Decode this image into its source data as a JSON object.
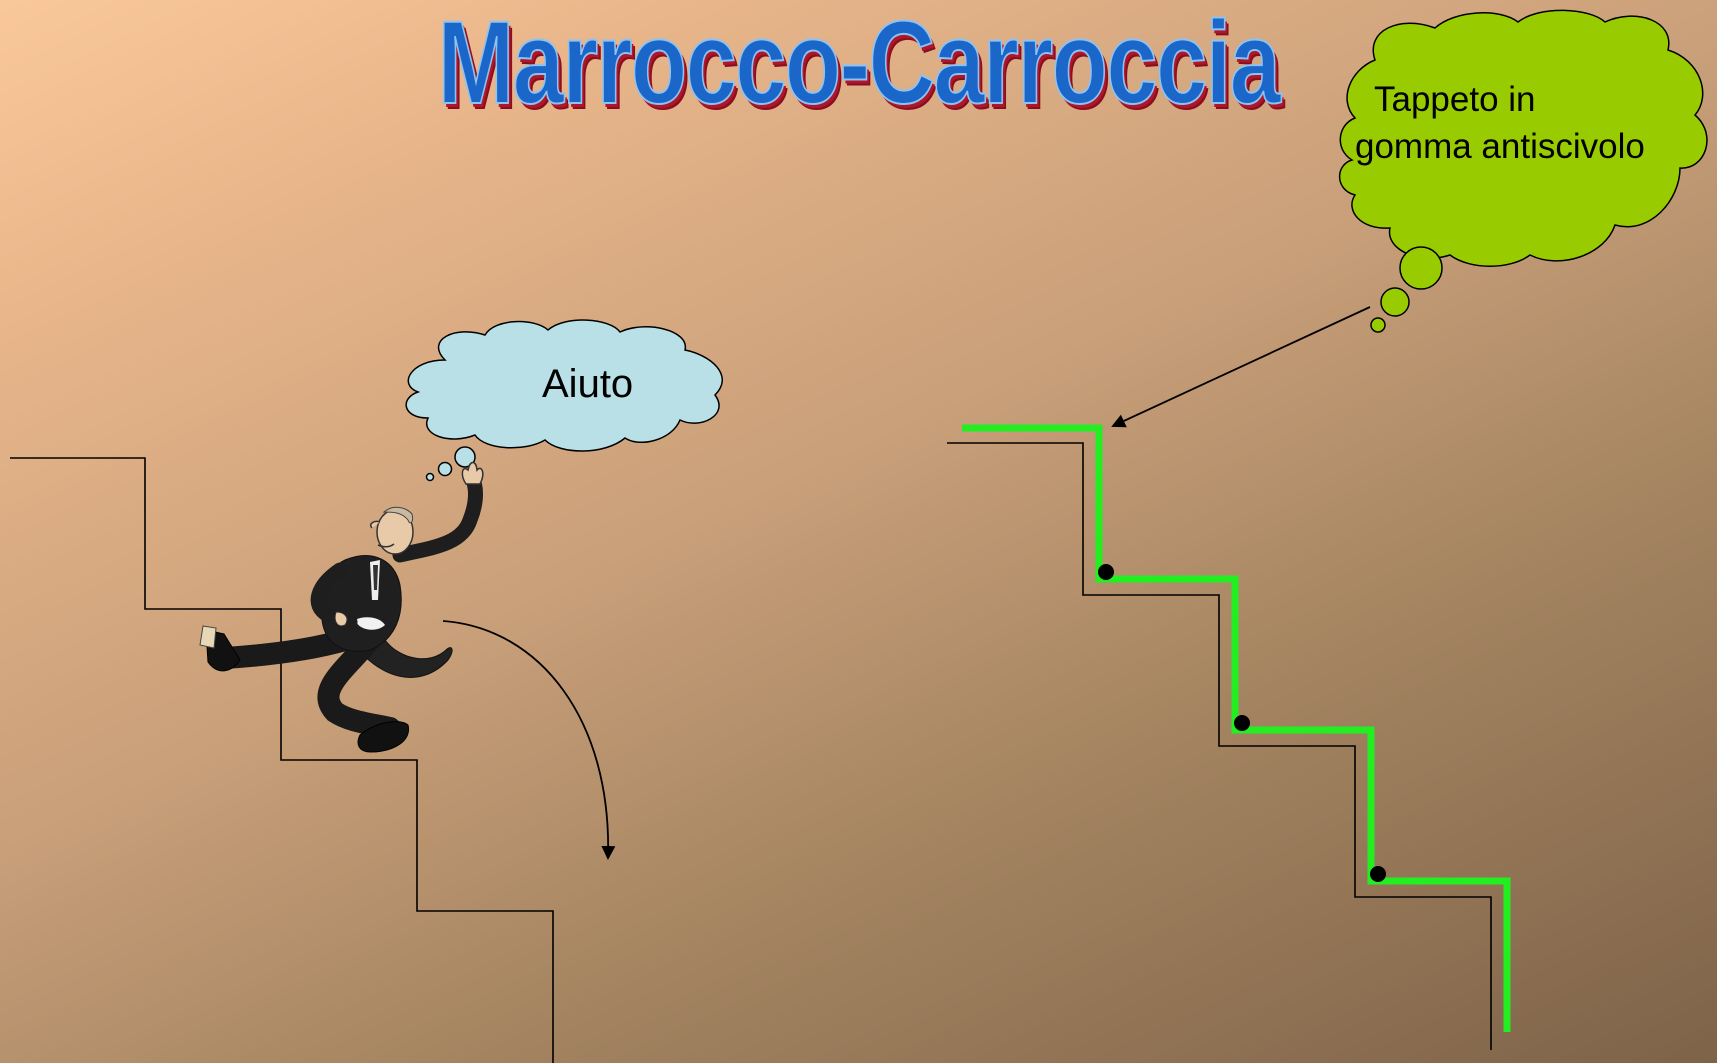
{
  "title": "Marrocco-Carroccia",
  "bubbles": {
    "left": {
      "text": "Aiuto",
      "fill": "#b9e0e6"
    },
    "right": {
      "line1": "Tappeto in",
      "line2": "gomma antiscivolo",
      "fill": "#99cc00"
    }
  },
  "colors": {
    "anti_slip_mat": "#22ee22",
    "stairs": "#000000",
    "title": "#1a66c9",
    "title_shadow": "#b0162a"
  },
  "icons": {
    "figure": "falling-man-icon",
    "fall_arrow": "curved-arrow-icon",
    "pointer_arrow": "arrow-icon"
  }
}
